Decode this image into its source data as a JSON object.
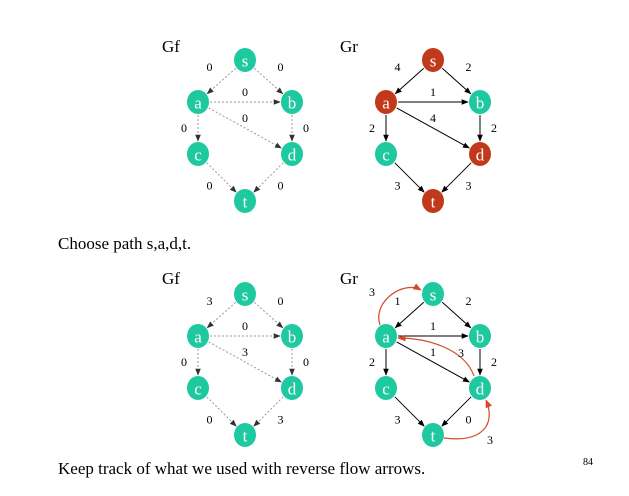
{
  "colors": {
    "teal": "#1ec9a0",
    "rust": "#c0391b",
    "flow_dotted": "#999999",
    "reverse_arrow": "#d44a2a"
  },
  "graphs": [
    {
      "id": "gf-top",
      "title": "Gf",
      "nodes": [
        {
          "id": "s",
          "color": "teal"
        },
        {
          "id": "a",
          "color": "teal"
        },
        {
          "id": "b",
          "color": "teal"
        },
        {
          "id": "c",
          "color": "teal"
        },
        {
          "id": "d",
          "color": "teal"
        },
        {
          "id": "t",
          "color": "teal"
        }
      ],
      "edges": [
        {
          "from": "s",
          "to": "a",
          "label": "0",
          "style": "dotted"
        },
        {
          "from": "s",
          "to": "b",
          "label": "0",
          "style": "dotted"
        },
        {
          "from": "a",
          "to": "b",
          "label": "0",
          "style": "dotted"
        },
        {
          "from": "a",
          "to": "c",
          "label": "0",
          "style": "dotted"
        },
        {
          "from": "a",
          "to": "d",
          "label": "0",
          "style": "dotted"
        },
        {
          "from": "b",
          "to": "d",
          "label": "0",
          "style": "dotted"
        },
        {
          "from": "c",
          "to": "t",
          "label": "0",
          "style": "dotted"
        },
        {
          "from": "d",
          "to": "t",
          "label": "0",
          "style": "dotted"
        }
      ]
    },
    {
      "id": "gr-top",
      "title": "Gr",
      "nodes": [
        {
          "id": "s",
          "color": "rust"
        },
        {
          "id": "a",
          "color": "rust"
        },
        {
          "id": "b",
          "color": "teal"
        },
        {
          "id": "c",
          "color": "teal"
        },
        {
          "id": "d",
          "color": "rust"
        },
        {
          "id": "t",
          "color": "rust"
        }
      ],
      "edges": [
        {
          "from": "s",
          "to": "a",
          "label": "4",
          "style": "solid"
        },
        {
          "from": "s",
          "to": "b",
          "label": "2",
          "style": "solid"
        },
        {
          "from": "a",
          "to": "b",
          "label": "1",
          "style": "solid"
        },
        {
          "from": "a",
          "to": "c",
          "label": "2",
          "style": "solid"
        },
        {
          "from": "a",
          "to": "d",
          "label": "4",
          "style": "solid"
        },
        {
          "from": "b",
          "to": "d",
          "label": "2",
          "style": "solid"
        },
        {
          "from": "c",
          "to": "t",
          "label": "3",
          "style": "solid"
        },
        {
          "from": "d",
          "to": "t",
          "label": "3",
          "style": "solid"
        }
      ]
    },
    {
      "id": "gf-bottom",
      "title": "Gf",
      "nodes": [
        {
          "id": "s",
          "color": "teal"
        },
        {
          "id": "a",
          "color": "teal"
        },
        {
          "id": "b",
          "color": "teal"
        },
        {
          "id": "c",
          "color": "teal"
        },
        {
          "id": "d",
          "color": "teal"
        },
        {
          "id": "t",
          "color": "teal"
        }
      ],
      "edges": [
        {
          "from": "s",
          "to": "a",
          "label": "3",
          "style": "dotted"
        },
        {
          "from": "s",
          "to": "b",
          "label": "0",
          "style": "dotted"
        },
        {
          "from": "a",
          "to": "b",
          "label": "0",
          "style": "dotted"
        },
        {
          "from": "a",
          "to": "c",
          "label": "0",
          "style": "dotted"
        },
        {
          "from": "a",
          "to": "d",
          "label": "3",
          "style": "dotted"
        },
        {
          "from": "b",
          "to": "d",
          "label": "0",
          "style": "dotted"
        },
        {
          "from": "c",
          "to": "t",
          "label": "0",
          "style": "dotted"
        },
        {
          "from": "d",
          "to": "t",
          "label": "3",
          "style": "dotted"
        }
      ]
    },
    {
      "id": "gr-bottom",
      "title": "Gr",
      "nodes": [
        {
          "id": "s",
          "color": "teal"
        },
        {
          "id": "a",
          "color": "teal"
        },
        {
          "id": "b",
          "color": "teal"
        },
        {
          "id": "c",
          "color": "teal"
        },
        {
          "id": "d",
          "color": "teal"
        },
        {
          "id": "t",
          "color": "teal"
        }
      ],
      "edges": [
        {
          "from": "s",
          "to": "a",
          "label": "1",
          "style": "solid"
        },
        {
          "from": "s",
          "to": "b",
          "label": "2",
          "style": "solid"
        },
        {
          "from": "a",
          "to": "b",
          "label": "1",
          "style": "solid"
        },
        {
          "from": "a",
          "to": "c",
          "label": "2",
          "style": "solid"
        },
        {
          "from": "a",
          "to": "d",
          "label": "1",
          "style": "solid"
        },
        {
          "from": "b",
          "to": "d",
          "label": "2",
          "style": "solid"
        },
        {
          "from": "c",
          "to": "t",
          "label": "3",
          "style": "solid"
        },
        {
          "from": "d",
          "to": "t",
          "label": "0",
          "style": "solid"
        }
      ],
      "reverse_edges": [
        {
          "from": "a",
          "to": "s",
          "label": "3"
        },
        {
          "from": "d",
          "to": "a",
          "label": "3"
        },
        {
          "from": "t",
          "to": "d",
          "label": "3"
        }
      ]
    }
  ],
  "captions": {
    "middle": "Choose path s,a,d,t.",
    "bottom": "Keep track of what we used with reverse flow arrows."
  },
  "page_number": "84"
}
